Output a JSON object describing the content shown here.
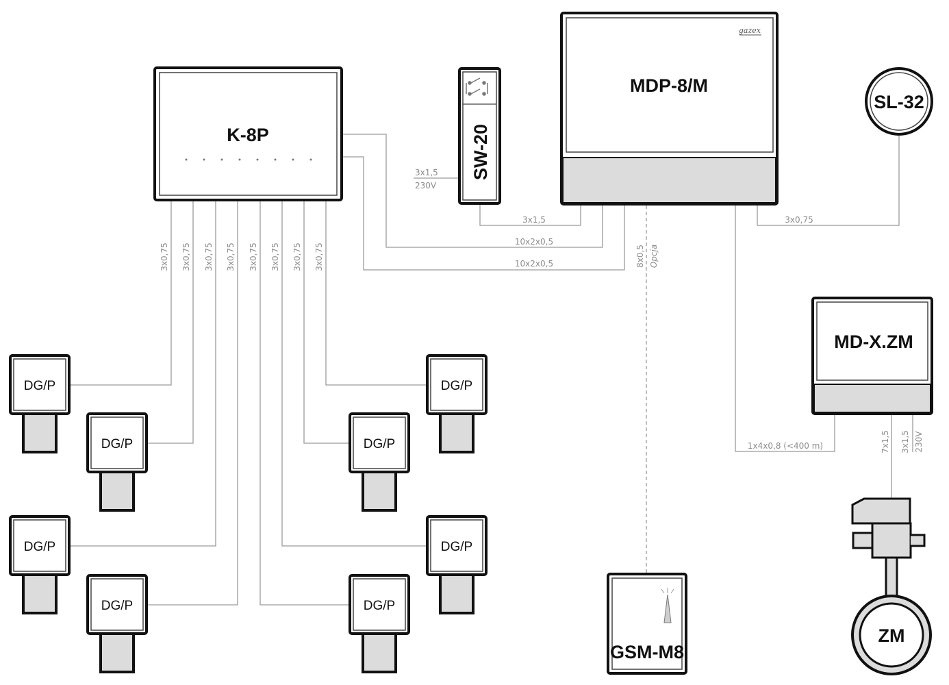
{
  "devices": {
    "k8p": "K-8P",
    "sw20": "SW-20",
    "mdp": "MDP-8/M",
    "brand": "gazex",
    "sl32": "SL-32",
    "mdxzm": "MD-X.ZM",
    "gsm": "GSM-M8",
    "zm": "ZM",
    "detector": "DG/P"
  },
  "cables": {
    "detector_cable": "3x0,75",
    "sw_power_top": "3x1,5",
    "sw_power_bottom": "230V",
    "sw_to_mdp": "3x1,5",
    "k8p_mdp_1": "10x2x0,5",
    "k8p_mdp_2": "10x2x0,5",
    "mdp_sl32": "3x0,75",
    "gsm_option_top": "8x0,5",
    "gsm_option_bottom": "Opcja",
    "mdp_mdx": "1x4x0,8 (<400 m)",
    "zm_cable": "7x1,5",
    "zm_power_top": "3x1,5",
    "zm_power_bottom": "230V"
  }
}
